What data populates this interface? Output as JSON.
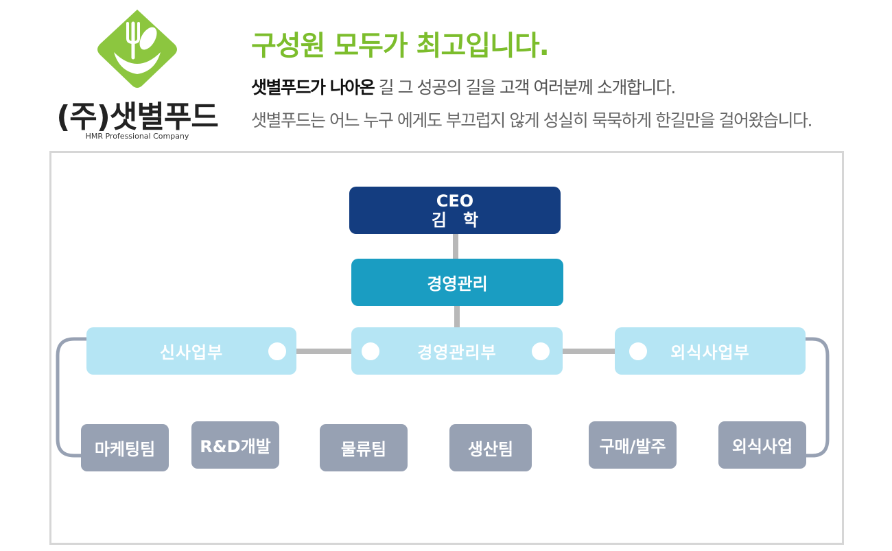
{
  "logo": {
    "name": "(주)샛별푸드",
    "tagline": "HMR Professional Company",
    "colors": {
      "mark": "#8cc63f",
      "text": "#222222"
    }
  },
  "header": {
    "headline": "구성원 모두가 최고입니다.",
    "intro_strong": "샛별푸드가 나아온",
    "intro_rest": " 길 그 성공의 길을 고객 여러분께 소개합니다.",
    "intro_line2": "샛별푸드는 어느 누구 에게도 부끄럽지 않게 성실히 묵묵하게 한길만을 걸어왔습니다."
  },
  "org": {
    "ceo": {
      "title": "CEO",
      "name": "김　학"
    },
    "management": "경영관리",
    "departments": [
      "신사업부",
      "경영관리부",
      "외식사업부"
    ],
    "teams": [
      "마케팅팀",
      "R&D개발",
      "물류팀",
      "생산팀",
      "구매/발주",
      "외식사업"
    ],
    "colors": {
      "ceo": "#143d80",
      "management": "#1a9dc2",
      "department": "#b5e5f4",
      "team": "#97a1b3",
      "connector": "#b8b8b8",
      "side_bracket": "#97a1b3"
    }
  }
}
